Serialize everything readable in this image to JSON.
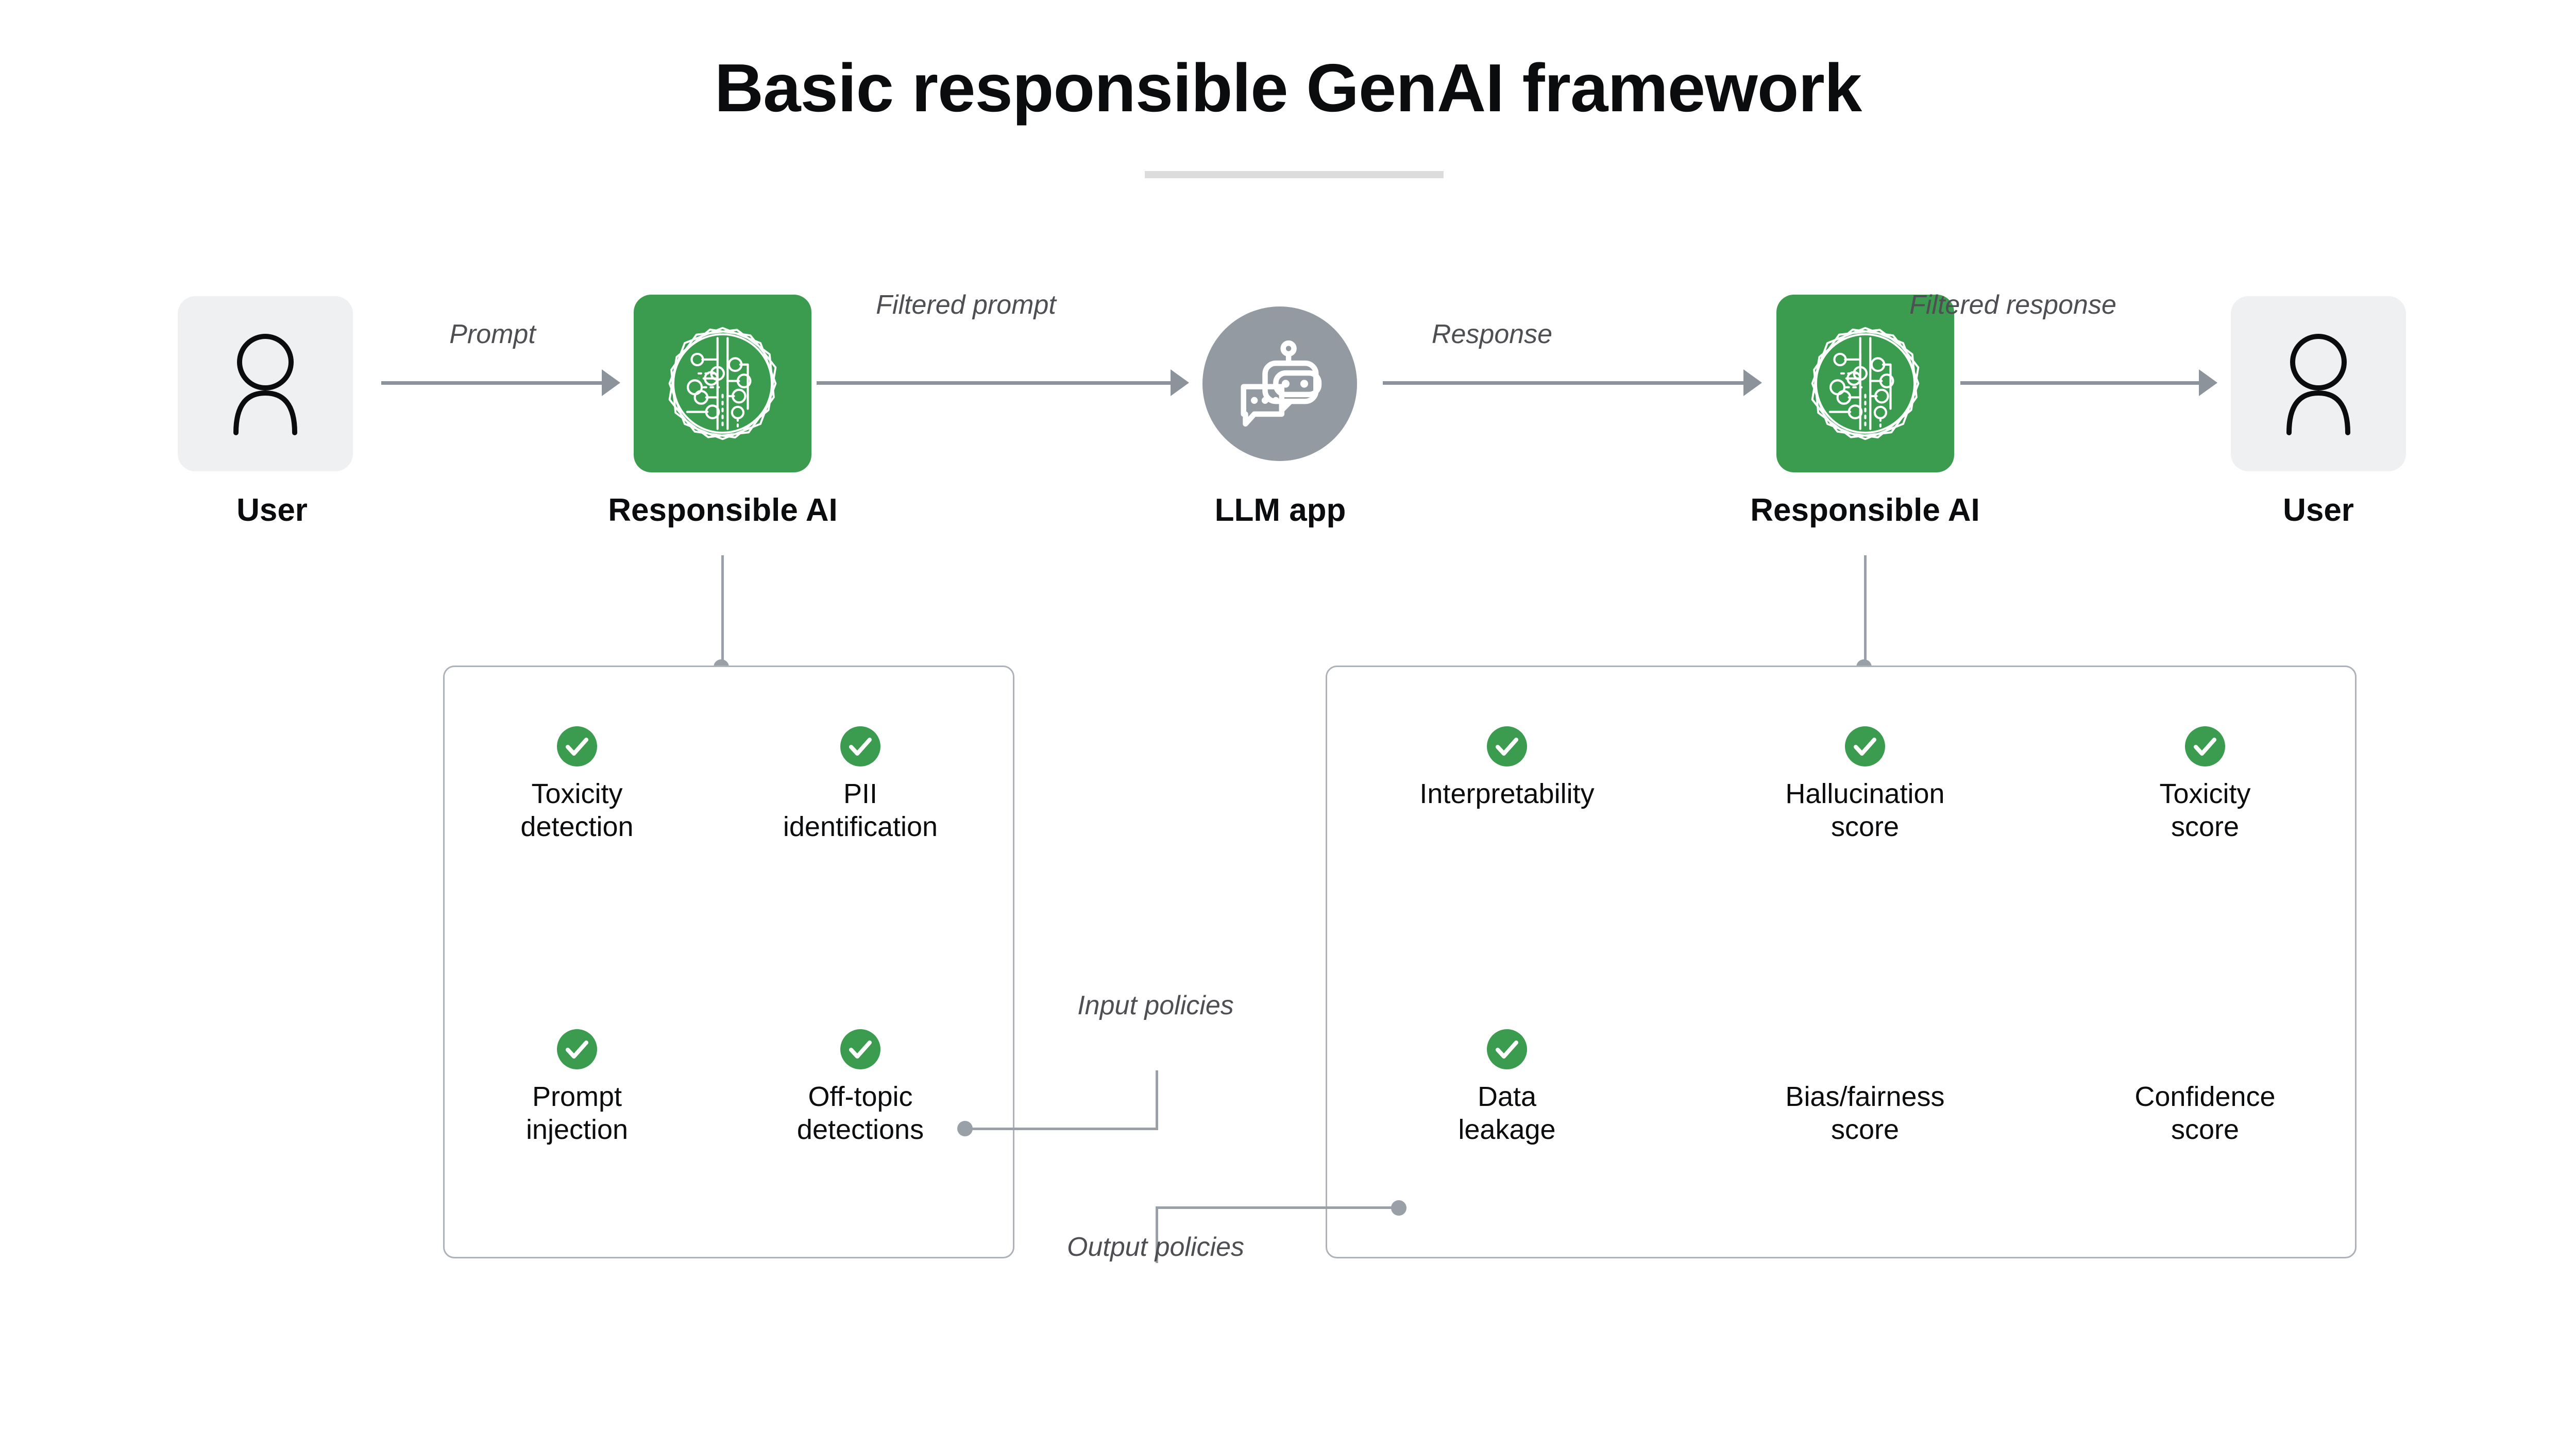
{
  "title": "Basic responsible GenAI framework",
  "colors": {
    "green": "#3b9c50",
    "gray_node": "#949aa2",
    "light_box": "#eff0f1",
    "connector": "#9aa0a7",
    "arrow": "#8d939b",
    "panel_border": "#adb2b8",
    "divider": "#dcdcdc",
    "text": "#0b0c0e",
    "muted_text": "#4d4f53"
  },
  "flow": {
    "nodes": [
      {
        "id": "user-left",
        "label": "User",
        "icon": "person-icon"
      },
      {
        "id": "rai-input",
        "label": "Responsible AI",
        "icon": "ai-brain-circuit-icon"
      },
      {
        "id": "llm-app",
        "label": "LLM app",
        "icon": "chatbot-icon"
      },
      {
        "id": "rai-output",
        "label": "Responsible AI",
        "icon": "ai-brain-circuit-icon"
      },
      {
        "id": "user-right",
        "label": "User",
        "icon": "person-icon"
      }
    ],
    "edges": [
      {
        "id": "edge-prompt",
        "label": "Prompt"
      },
      {
        "id": "edge-filtered-prompt",
        "label": "Filtered\nprompt"
      },
      {
        "id": "edge-response",
        "label": "Response"
      },
      {
        "id": "edge-filtered-response",
        "label": "Filtered\nresponse"
      }
    ]
  },
  "policies": {
    "input": {
      "tag": "Input\npolicies",
      "items": [
        {
          "label": "Toxicity\ndetection",
          "checked": true
        },
        {
          "label": "PII\nidentification",
          "checked": true
        },
        {
          "label": "Prompt\ninjection",
          "checked": true
        },
        {
          "label": "Off-topic\ndetections",
          "checked": true
        }
      ]
    },
    "output": {
      "tag": "Output\npolicies",
      "items": [
        {
          "label": "Interpretability",
          "checked": true
        },
        {
          "label": "Hallucination\nscore",
          "checked": true
        },
        {
          "label": "Toxicity\nscore",
          "checked": true
        },
        {
          "label": "Data\nleakage",
          "checked": true
        },
        {
          "label": "Bias/fairness\nscore",
          "checked": false
        },
        {
          "label": "Confidence\nscore",
          "checked": false
        }
      ]
    }
  }
}
